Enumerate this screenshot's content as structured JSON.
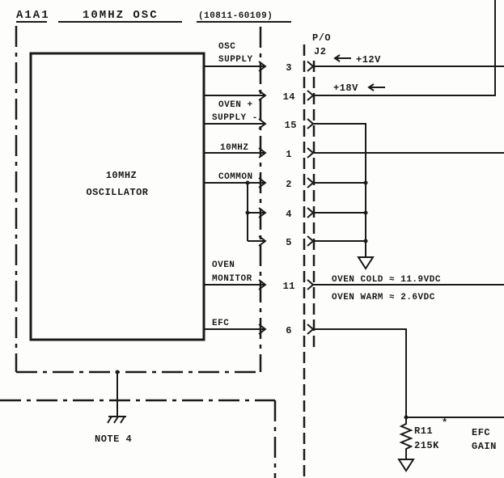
{
  "title": {
    "ref": "A1A1",
    "name": "10MHZ OSC",
    "part": "(10811-60109)"
  },
  "oscillator": {
    "line1": "10MHZ",
    "line2": "OSCILLATOR"
  },
  "connector": {
    "line1": "P/O",
    "line2": "J2"
  },
  "signals": {
    "osc_supply_1": "OSC",
    "osc_supply_2": "SUPPLY",
    "oven_supply_1": "OVEN +",
    "oven_supply_2": "SUPPLY -",
    "ten_mhz": "10MHZ",
    "common": "COMMON",
    "oven_monitor_1": "OVEN",
    "oven_monitor_2": "MONITOR",
    "efc": "EFC"
  },
  "pins": [
    "3",
    "14",
    "15",
    "1",
    "2",
    "4",
    "5",
    "11",
    "6"
  ],
  "voltages": {
    "plus12": "+12V",
    "plus18": "+18V"
  },
  "oven_status": {
    "cold": "OVEN COLD ≈ 11.9VDC",
    "warm": "OVEN WARM ≈ 2.6VDC"
  },
  "resistor": {
    "ref": "R11",
    "marker": "*",
    "value": "215K"
  },
  "efc_gain": {
    "line1": "EFC",
    "line2": "GAIN"
  },
  "note": "NOTE 4"
}
